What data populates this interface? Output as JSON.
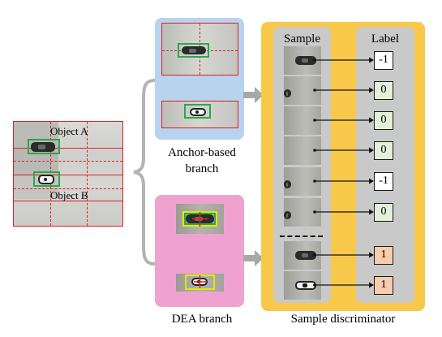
{
  "objects": {
    "a": "Object A",
    "b": "Object B"
  },
  "anchor_caption": [
    "Anchor-based",
    "branch"
  ],
  "dea_caption": "DEA branch",
  "right": {
    "sample_title": "Sample",
    "label_title": "Label",
    "caption": "Sample discriminator"
  },
  "rows": [
    {
      "label": "-1",
      "kind": "neg"
    },
    {
      "label": "0",
      "kind": "zero"
    },
    {
      "label": "0",
      "kind": "zero"
    },
    {
      "label": "0",
      "kind": "zero"
    },
    {
      "label": "-1",
      "kind": "neg"
    },
    {
      "label": "0",
      "kind": "zero"
    },
    {
      "label": "1",
      "kind": "pos"
    },
    {
      "label": "1",
      "kind": "pos"
    }
  ],
  "colors": {
    "anchor_panel": "#b7d3ee",
    "dea_panel": "#efa2cf",
    "discriminator_panel": "#f8c84a",
    "grid_line": "#e02020",
    "box_green": "#2aa84a",
    "box_yellow": "#e6e600",
    "label_zero": "#e4f1da",
    "label_pos": "#f7cdae"
  }
}
